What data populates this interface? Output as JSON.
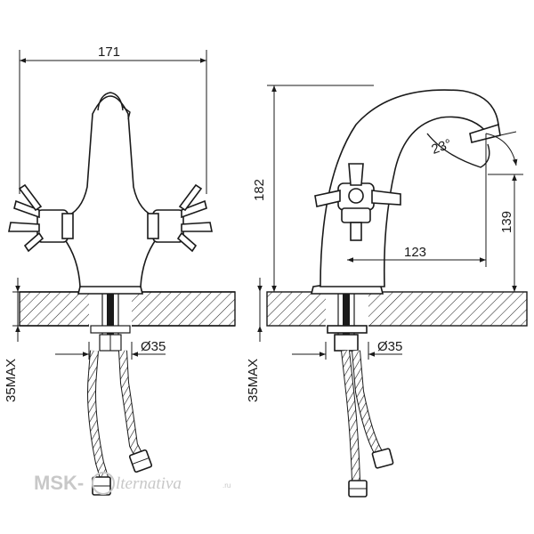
{
  "dimensions": {
    "width_total": "171",
    "height_total": "182",
    "spout_height": "139",
    "spout_reach": "123",
    "angle": "23°",
    "hole_diameter_left": "Ø35",
    "hole_diameter_right": "Ø35",
    "counter_max_left": "35MAX",
    "counter_max_right": "35MAX"
  },
  "watermark": {
    "brand_prefix": "MSK-",
    "brand_script": "lternativa",
    "brand_suffix": ".ru"
  }
}
